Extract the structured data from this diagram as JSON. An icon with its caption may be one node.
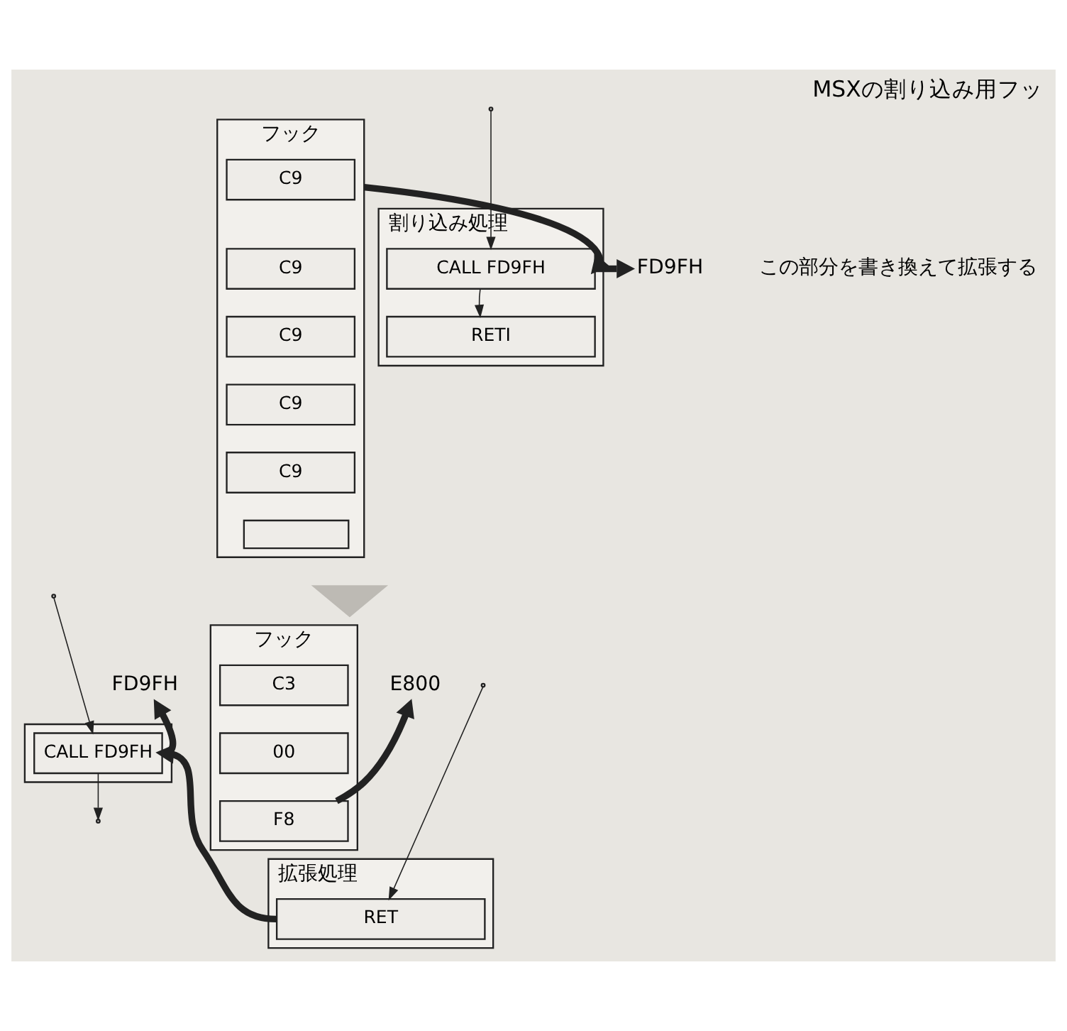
{
  "diagram": {
    "title": "MSXの割り込み用フッ",
    "nodes": [
      {
        "text": [
          "割り込み処理"
        ]
      },
      {
        "text": [
          "CALL FD9FH"
        ],
        "in": 0
      },
      {
        "text": [
          "RETI"
        ],
        "in": 0
      },
      {
        "text": [
          "FD9FH"
        ]
      },
      {
        "text": [
          "フック"
        ]
      },
      {
        "text": [
          "C9"
        ],
        "in": 4
      },
      {
        "text": [
          "C9"
        ],
        "in": 4
      },
      {
        "text": [
          "C9"
        ],
        "in": 4
      },
      {
        "text": [
          "C9"
        ],
        "in": 4
      },
      {
        "text": [
          "C9"
        ],
        "in": 4
      },
      {
        "text": [],
        "shape": "box",
        "in": 4
      },
      {
        "text": [
          "この部分を書き換えて拡張する"
        ]
      },
      {
        "text": [],
        "shape": "triangle"
      },
      {
        "text": [],
        "shape": "box"
      },
      {
        "text": [
          "CALL FD9FH"
        ],
        "in": 13
      },
      {
        "text": [
          "FD9FH"
        ]
      },
      {
        "text": [
          "フック"
        ]
      },
      {
        "text": [
          "C3"
        ],
        "in": 16
      },
      {
        "text": [
          "00"
        ],
        "in": 16
      },
      {
        "text": [
          "F8"
        ],
        "in": 16
      },
      {
        "text": [
          "E800"
        ]
      },
      {
        "text": [
          "拡張処理"
        ]
      },
      {
        "text": [
          "RET"
        ],
        "in": 21
      }
    ],
    "edges": [
      {
        "from": null,
        "to": 1,
        "arrow": "to"
      },
      {
        "from": 1,
        "to": 2,
        "arrow": "to"
      },
      {
        "from": 1,
        "to": 3,
        "arrow": "to",
        "style": "thick"
      },
      {
        "from": 4,
        "to": 1,
        "arrow": "to",
        "style": "thick"
      },
      {
        "from": null,
        "to": 14,
        "arrow": "to"
      },
      {
        "from": 14,
        "to": null,
        "arrow": "to"
      },
      {
        "from": 14,
        "to": 15,
        "arrow": "to",
        "style": "thick"
      },
      {
        "from": 19,
        "to": 20,
        "arrow": "to",
        "style": "thick"
      },
      {
        "from": null,
        "to": 22,
        "arrow": "to"
      },
      {
        "from": 22,
        "to": 14,
        "arrow": "to",
        "style": "thick"
      }
    ]
  }
}
